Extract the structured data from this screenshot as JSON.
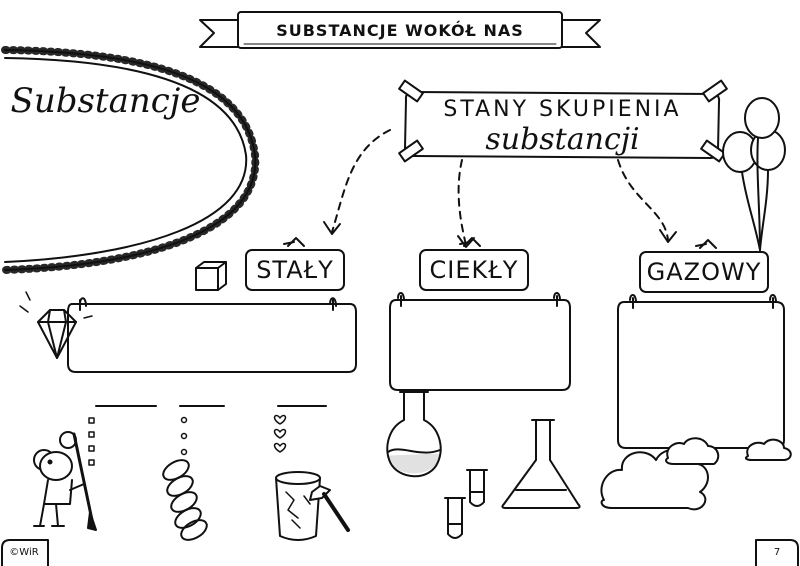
{
  "banner": {
    "title": "SUBSTANCJE WOKÓŁ NAS"
  },
  "main_word": "Substancje",
  "states_card": {
    "line1": "STANY SKUPIENIA",
    "line2": "substancji"
  },
  "states": {
    "solid": "STAŁY",
    "liquid": "CIEKŁY",
    "gas": "GAZOWY"
  },
  "footer": {
    "left": "©WiR",
    "right": "7"
  }
}
